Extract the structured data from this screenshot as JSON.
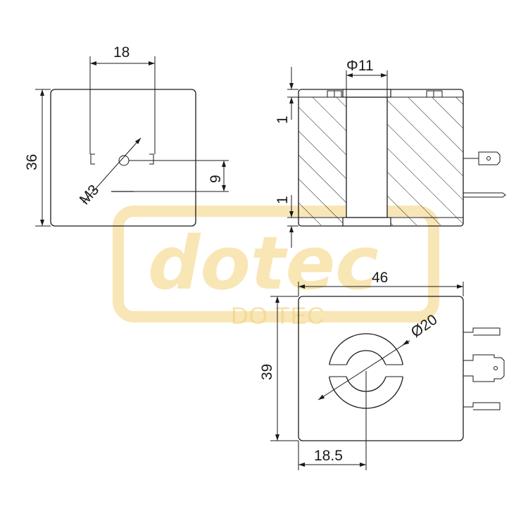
{
  "logo": {
    "wordmark": "dotec",
    "subtext": "DO TEC",
    "color": "#f3d27a"
  },
  "views": {
    "left": {
      "width_dim": "18",
      "height_dim": "36",
      "offset_dim": "9",
      "thread_label": "M3"
    },
    "section": {
      "bore_dim": "Φ11",
      "top_flange_dim": "1",
      "bottom_flange_dim": "1"
    },
    "bottom": {
      "width_dim": "46",
      "height_dim": "39",
      "diameter_dim": "Ø20",
      "center_offset_dim": "18.5"
    }
  },
  "colors": {
    "line": "#1a1a1a",
    "background": "#ffffff"
  }
}
